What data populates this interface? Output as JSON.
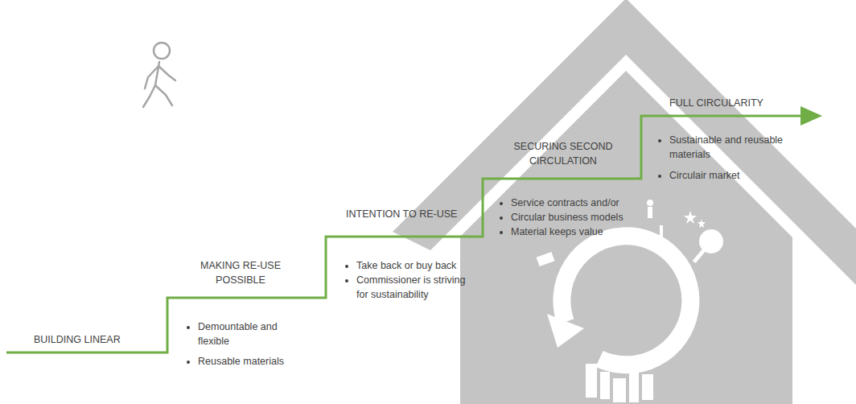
{
  "diagram": {
    "labels": [
      "BUILDING LINEAR",
      "MAKING RE-USE POSSIBLE",
      "Demountable and flexible",
      "Reusable materials",
      "INTENTION TO RE-USE",
      "Take back or buy back",
      "Commissioner is striving for sustainability",
      "SECURING SECOND CIRCULATION",
      "Service contracts and/or",
      "Circular business models",
      "Material keeps value",
      "FULL CIRCULARITY",
      "Sustainable and reusable materials",
      "Circulair market"
    ]
  }
}
